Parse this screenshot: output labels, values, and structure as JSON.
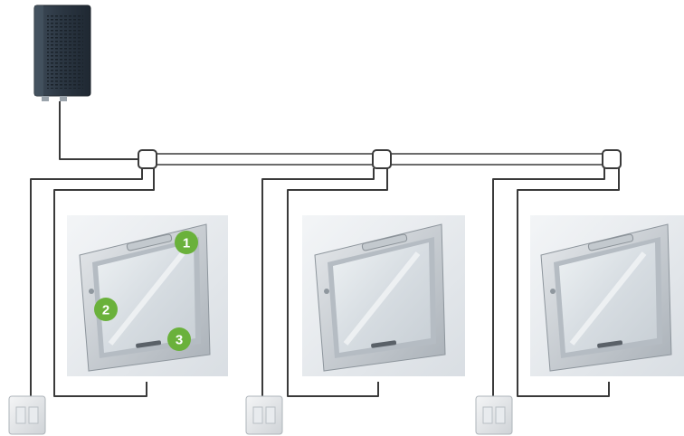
{
  "diagram": {
    "badge_color": "#6ab13b",
    "cable_color": "#3a3a3a",
    "window_frame_color": "#c9ced3",
    "power_supply_color": "#2f3b47",
    "components": {
      "power_supply": "power-supply-icon",
      "junction_box": "junction-box-icon",
      "window": "window-icon",
      "wall_switch": "wall-switch-icon"
    },
    "badges": [
      {
        "label": "1"
      },
      {
        "label": "2"
      },
      {
        "label": "3"
      }
    ]
  }
}
